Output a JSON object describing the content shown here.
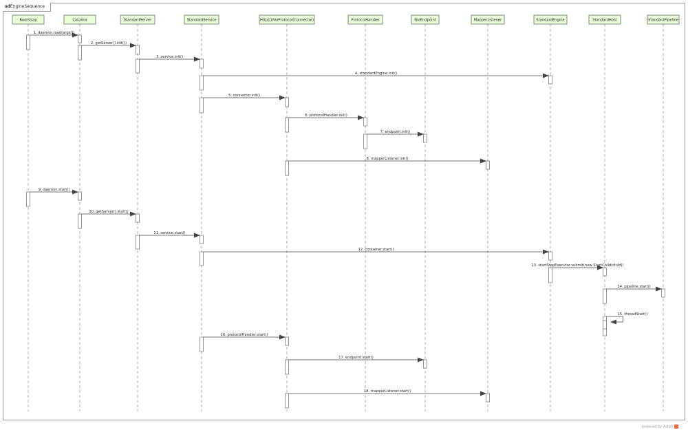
{
  "frame": {
    "keyword": "sd",
    "title": "EngineSequence"
  },
  "participants": [
    {
      "id": "bootstrap",
      "name": "Bootstrap"
    },
    {
      "id": "catalina",
      "name": "Catalina"
    },
    {
      "id": "standardserver",
      "name": "StandardServer"
    },
    {
      "id": "standardservice",
      "name": "StandardService"
    },
    {
      "id": "http11nioprotocol",
      "name": "Http11NioProtocol(Connector)"
    },
    {
      "id": "protocolhandler",
      "name": "ProtocolHandler"
    },
    {
      "id": "nioendpoint",
      "name": "NioEndpoint"
    },
    {
      "id": "mapperlistener",
      "name": "MapperListener"
    },
    {
      "id": "standardengine",
      "name": "StandardEngine"
    },
    {
      "id": "standardhost",
      "name": "StandardHost"
    },
    {
      "id": "standardpipeline",
      "name": "StandardPipeline"
    }
  ],
  "messages": [
    {
      "label": "1. daemon.load(args[])",
      "from": "bootstrap",
      "to": "catalina"
    },
    {
      "label": "2. getServer().init())",
      "from": "catalina",
      "to": "standardserver"
    },
    {
      "label": "3. service.init()",
      "from": "standardserver",
      "to": "standardservice"
    },
    {
      "label": "4. standardEngine.init()",
      "from": "standardservice",
      "to": "standardengine"
    },
    {
      "label": "5. connector.init()",
      "from": "standardservice",
      "to": "http11nioprotocol"
    },
    {
      "label": "6. protocolHandler.init()",
      "from": "http11nioprotocol",
      "to": "protocolhandler"
    },
    {
      "label": "7. endpoint.init()",
      "from": "protocolhandler",
      "to": "nioendpoint"
    },
    {
      "label": "8. mapperListener.init()",
      "from": "http11nioprotocol",
      "to": "mapperlistener"
    },
    {
      "label": "9. daemon.start()",
      "from": "bootstrap",
      "to": "catalina"
    },
    {
      "label": "10. getServer().start()",
      "from": "catalina",
      "to": "standardserver"
    },
    {
      "label": "11. service.start()",
      "from": "standardserver",
      "to": "standardservice"
    },
    {
      "label": "12. container.start()",
      "from": "standardservice",
      "to": "standardengine"
    },
    {
      "label": "13. startStopExecutor.submit(new StartChild(child))",
      "from": "standardengine",
      "to": "standardhost"
    },
    {
      "label": "14. pipeline.start()",
      "from": "standardhost",
      "to": "standardpipeline"
    },
    {
      "label": "15. threadStart()",
      "from": "standardhost",
      "to": "standardhost"
    },
    {
      "label": "16. protocolHandler.start()",
      "from": "standardservice",
      "to": "http11nioprotocol"
    },
    {
      "label": "17. endpoint.start()",
      "from": "http11nioprotocol",
      "to": "nioendpoint"
    },
    {
      "label": "18. mapperListener.start()",
      "from": "http11nioprotocol",
      "to": "mapperlistener"
    }
  ],
  "footer": {
    "text": "powered by Astah"
  }
}
